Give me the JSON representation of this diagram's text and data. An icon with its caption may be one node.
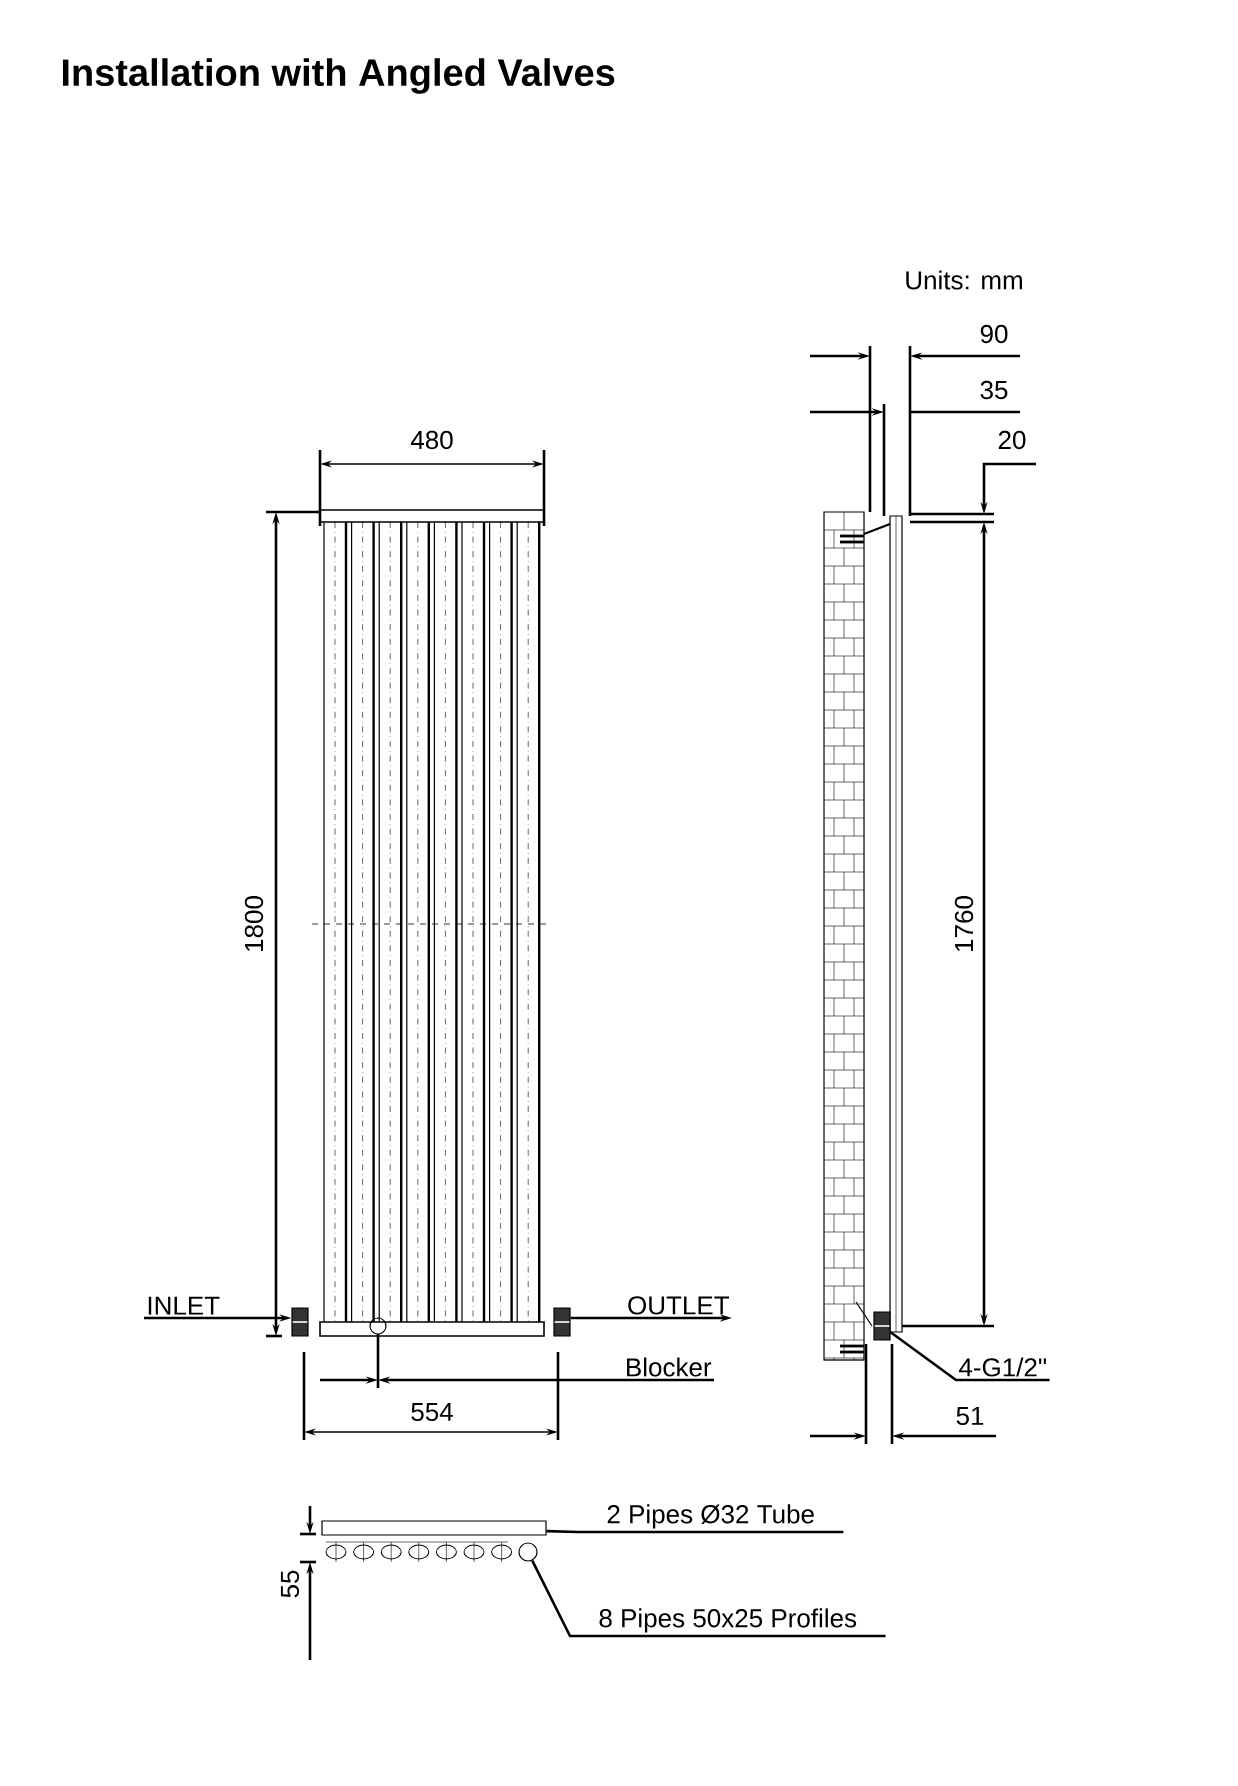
{
  "diagram": {
    "title": "Installation with Angled Valves",
    "nodes": [
      {
        "text": [
          "INLET"
        ]
      },
      {
        "text": [],
        "shape": "picture"
      },
      {
        "text": [
          "OUTLET"
        ]
      },
      {
        "text": [],
        "shape": "picture"
      },
      {
        "text": [
          "Blocker"
        ]
      },
      {
        "text": [],
        "shape": "circle"
      },
      {
        "text": [
          "4-G1/2\""
        ]
      },
      {
        "text": [],
        "shape": "picture"
      },
      {
        "text": [
          "2 Pipes Ø32  Tube"
        ]
      },
      {
        "text": [],
        "shape": "box"
      },
      {
        "text": [
          "8 Pipes 50x25   Profiles"
        ]
      },
      {
        "text": [],
        "shape": "circle"
      }
    ],
    "edges": [
      {
        "from": 0,
        "to": 1,
        "arrow": "to"
      },
      {
        "from": 3,
        "to": 2,
        "arrow": "to"
      },
      {
        "from": 4,
        "to": 5,
        "arrow": "to"
      },
      {
        "from": 6,
        "to": 7,
        "arrow": "none"
      },
      {
        "from": 8,
        "to": 9,
        "arrow": "none"
      },
      {
        "from": 10,
        "to": 11,
        "arrow": "none"
      }
    ],
    "labels": [
      "Units: mm",
      "480",
      "90",
      "35",
      "20",
      "1800",
      "1760",
      "554",
      "51",
      "55"
    ]
  }
}
